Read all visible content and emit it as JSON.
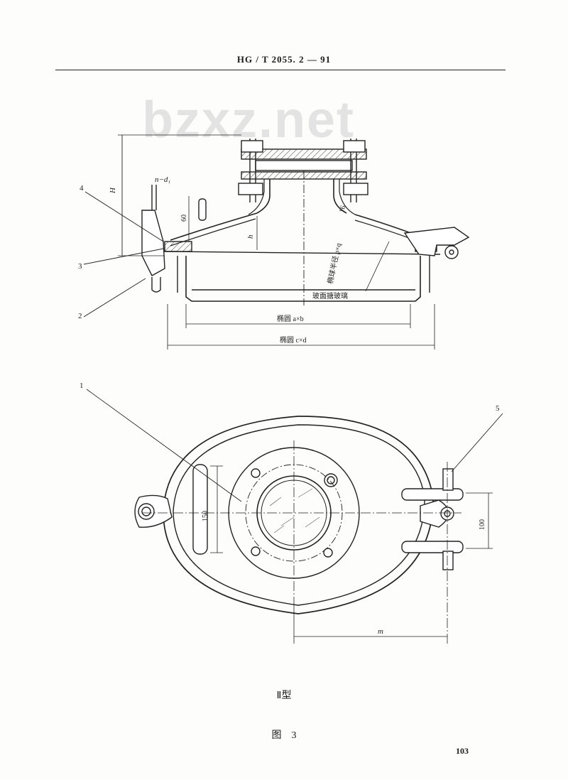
{
  "header": {
    "standard_code": "HG / T 2055. 2 — 91"
  },
  "watermark": {
    "text": "bzxz.net"
  },
  "side_view": {
    "dim_H": "H",
    "dim_nd": "n−d₁",
    "dim_60": "60",
    "dim_h": "h",
    "dim_16": "16",
    "label_radius": "椭球半径 p×q",
    "label_glass": "玻面搪玻璃",
    "dim_ellipse_ab": "椭圆 a×b",
    "dim_ellipse_cd": "椭圆 c×d",
    "callouts": [
      "4",
      "3",
      "2"
    ]
  },
  "plan_view": {
    "callout_1": "1",
    "callout_5": "5",
    "dim_150": "150",
    "dim_100": "100",
    "dim_m": "m"
  },
  "type_label": "Ⅱ型",
  "figure_caption": "图　3",
  "page_number": "103"
}
